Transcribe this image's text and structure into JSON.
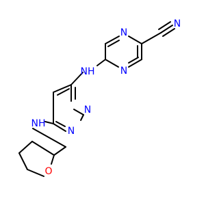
{
  "atoms": {
    "nitrile_n": {
      "text": "N",
      "color": "#0000ff"
    },
    "pyrazine_n1": {
      "text": "N",
      "color": "#0000ff"
    },
    "pyrazine_n4": {
      "text": "N",
      "color": "#0000ff"
    },
    "amine_nh_1": {
      "text": "NH",
      "color": "#0000ff"
    },
    "pyrimidine_n1": {
      "text": "N",
      "color": "#0000ff"
    },
    "pyrimidine_n3": {
      "text": "N",
      "color": "#0000ff"
    },
    "amine_nh_2": {
      "text": "NH",
      "color": "#0000ff"
    },
    "ring_o": {
      "text": "O",
      "color": "#ff0000"
    }
  },
  "colors": {
    "carbon_bond": "#000000",
    "nitrogen": "#0000ff",
    "oxygen": "#ff0000",
    "background": "#ffffff"
  }
}
